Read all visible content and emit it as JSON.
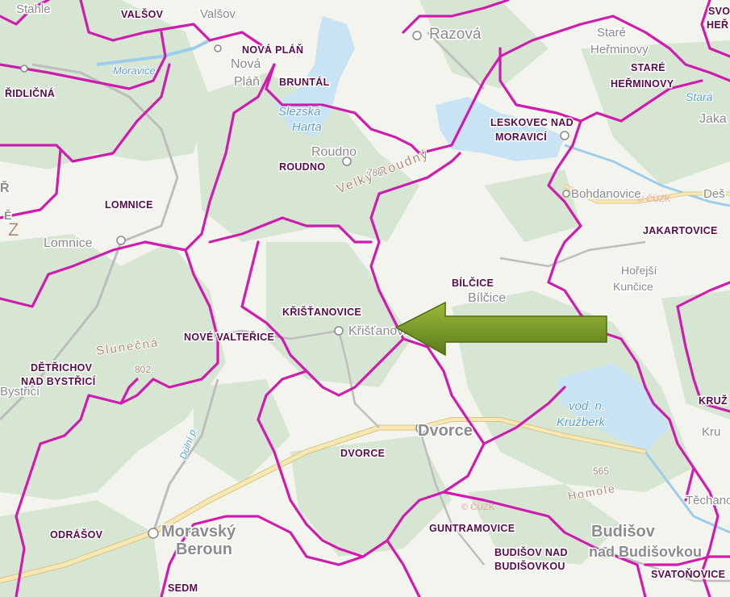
{
  "map": {
    "colors": {
      "forest": "#d6e6d3",
      "open_land": "#f4f4ef",
      "water": "#c8e4f4",
      "boundary": "#d01cae",
      "road_main": "#f7e7b0",
      "road_casing": "#d6c28a",
      "arrow": "#7a9a2a"
    },
    "municipality_labels": [
      "VALŠOV",
      "NOVÁ PLÁŇ",
      "BRUNTÁL",
      "ROUDNO",
      "STARÉ",
      "HEŘMINOVY",
      "LESKOVEC NAD",
      "MORAVICÍ",
      "LOMNICE",
      "JAKARTOVICE",
      "BÍLČICE",
      "KŘIŠŤANOVICE",
      "NOVÉ VALTEŘICE",
      "DĚTŘICHOV",
      "NAD BYSTŘICÍ",
      "DVORCE",
      "GUNTRAMOVICE",
      "BUDIŠOV NAD",
      "BUDIŠOVKOU",
      "ODRÁŠOV",
      "SVATOŇOVICE",
      "SEDM",
      "KRUŽ",
      "ŘIDLIČNÁ",
      "SVO",
      "HEŘ"
    ],
    "settlement_labels": [
      "Razová",
      "Roudno",
      "Nová",
      "Pláň",
      "Lomnice",
      "Bohdanovice",
      "Deš",
      "Hořejší",
      "Kunčice",
      "Bílčice",
      "Křišťanovice",
      "Dvorce",
      "Moravský",
      "Beroun",
      "Budišov",
      "nad Budišovkou",
      "Stahle",
      "Valšov",
      "Staré",
      "Heřminovy",
      "Jaka",
      "Bystřicí",
      "Kru",
      "Těchanov",
      "Ř",
      "Ě",
      "Z"
    ],
    "water_labels": [
      "Slezská",
      "Harta",
      "vod. n.",
      "Kružberk",
      "Moravice",
      "Slezská Harta",
      "Dúlní p.",
      "Stará"
    ],
    "terrain_labels": [
      "Velký Roudný",
      "Slunečná",
      "Homole"
    ],
    "elevations": [
      "780",
      "802",
      "565"
    ],
    "cuzk_watermarks": [
      "© ČÚZK",
      "© ČÚZK"
    ],
    "arrow": {
      "points_to": "Křišťanovice",
      "icon": "arrow-left-icon"
    }
  }
}
